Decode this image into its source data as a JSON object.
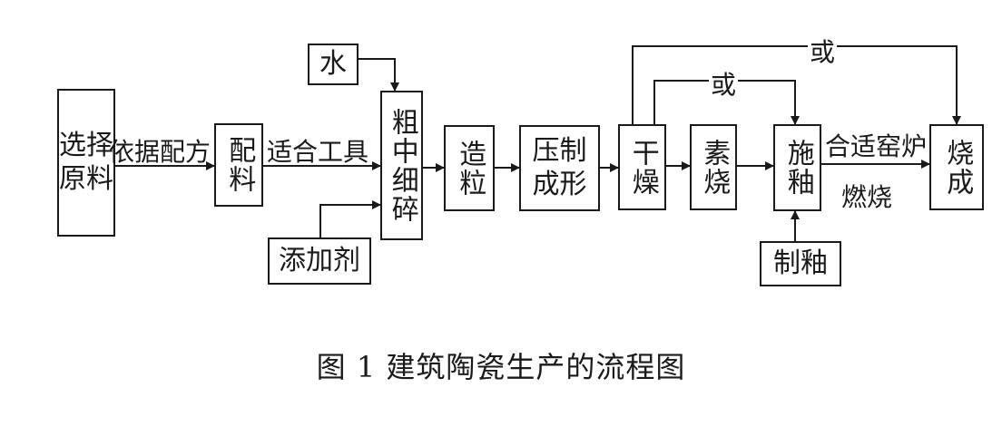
{
  "diagram": {
    "nodes": {
      "select_material": "选择原料",
      "batching": "配料",
      "water": "水",
      "additive": "添加剂",
      "grinding": "粗中细碎",
      "granulation": "造粒",
      "press_forming": "压制成形",
      "drying": "干燥",
      "bisque_firing": "素烧",
      "glazing": "施釉",
      "glaze_making": "制釉",
      "firing": "烧成"
    },
    "edge_labels": {
      "by_formula": "依据配方",
      "suitable_tools": "适合工具",
      "or_top": "或",
      "or_mid": "或",
      "kiln_line1": "合适窑炉",
      "kiln_line2": "燃烧"
    },
    "caption": "图 1   建筑陶瓷生产的流程图"
  }
}
